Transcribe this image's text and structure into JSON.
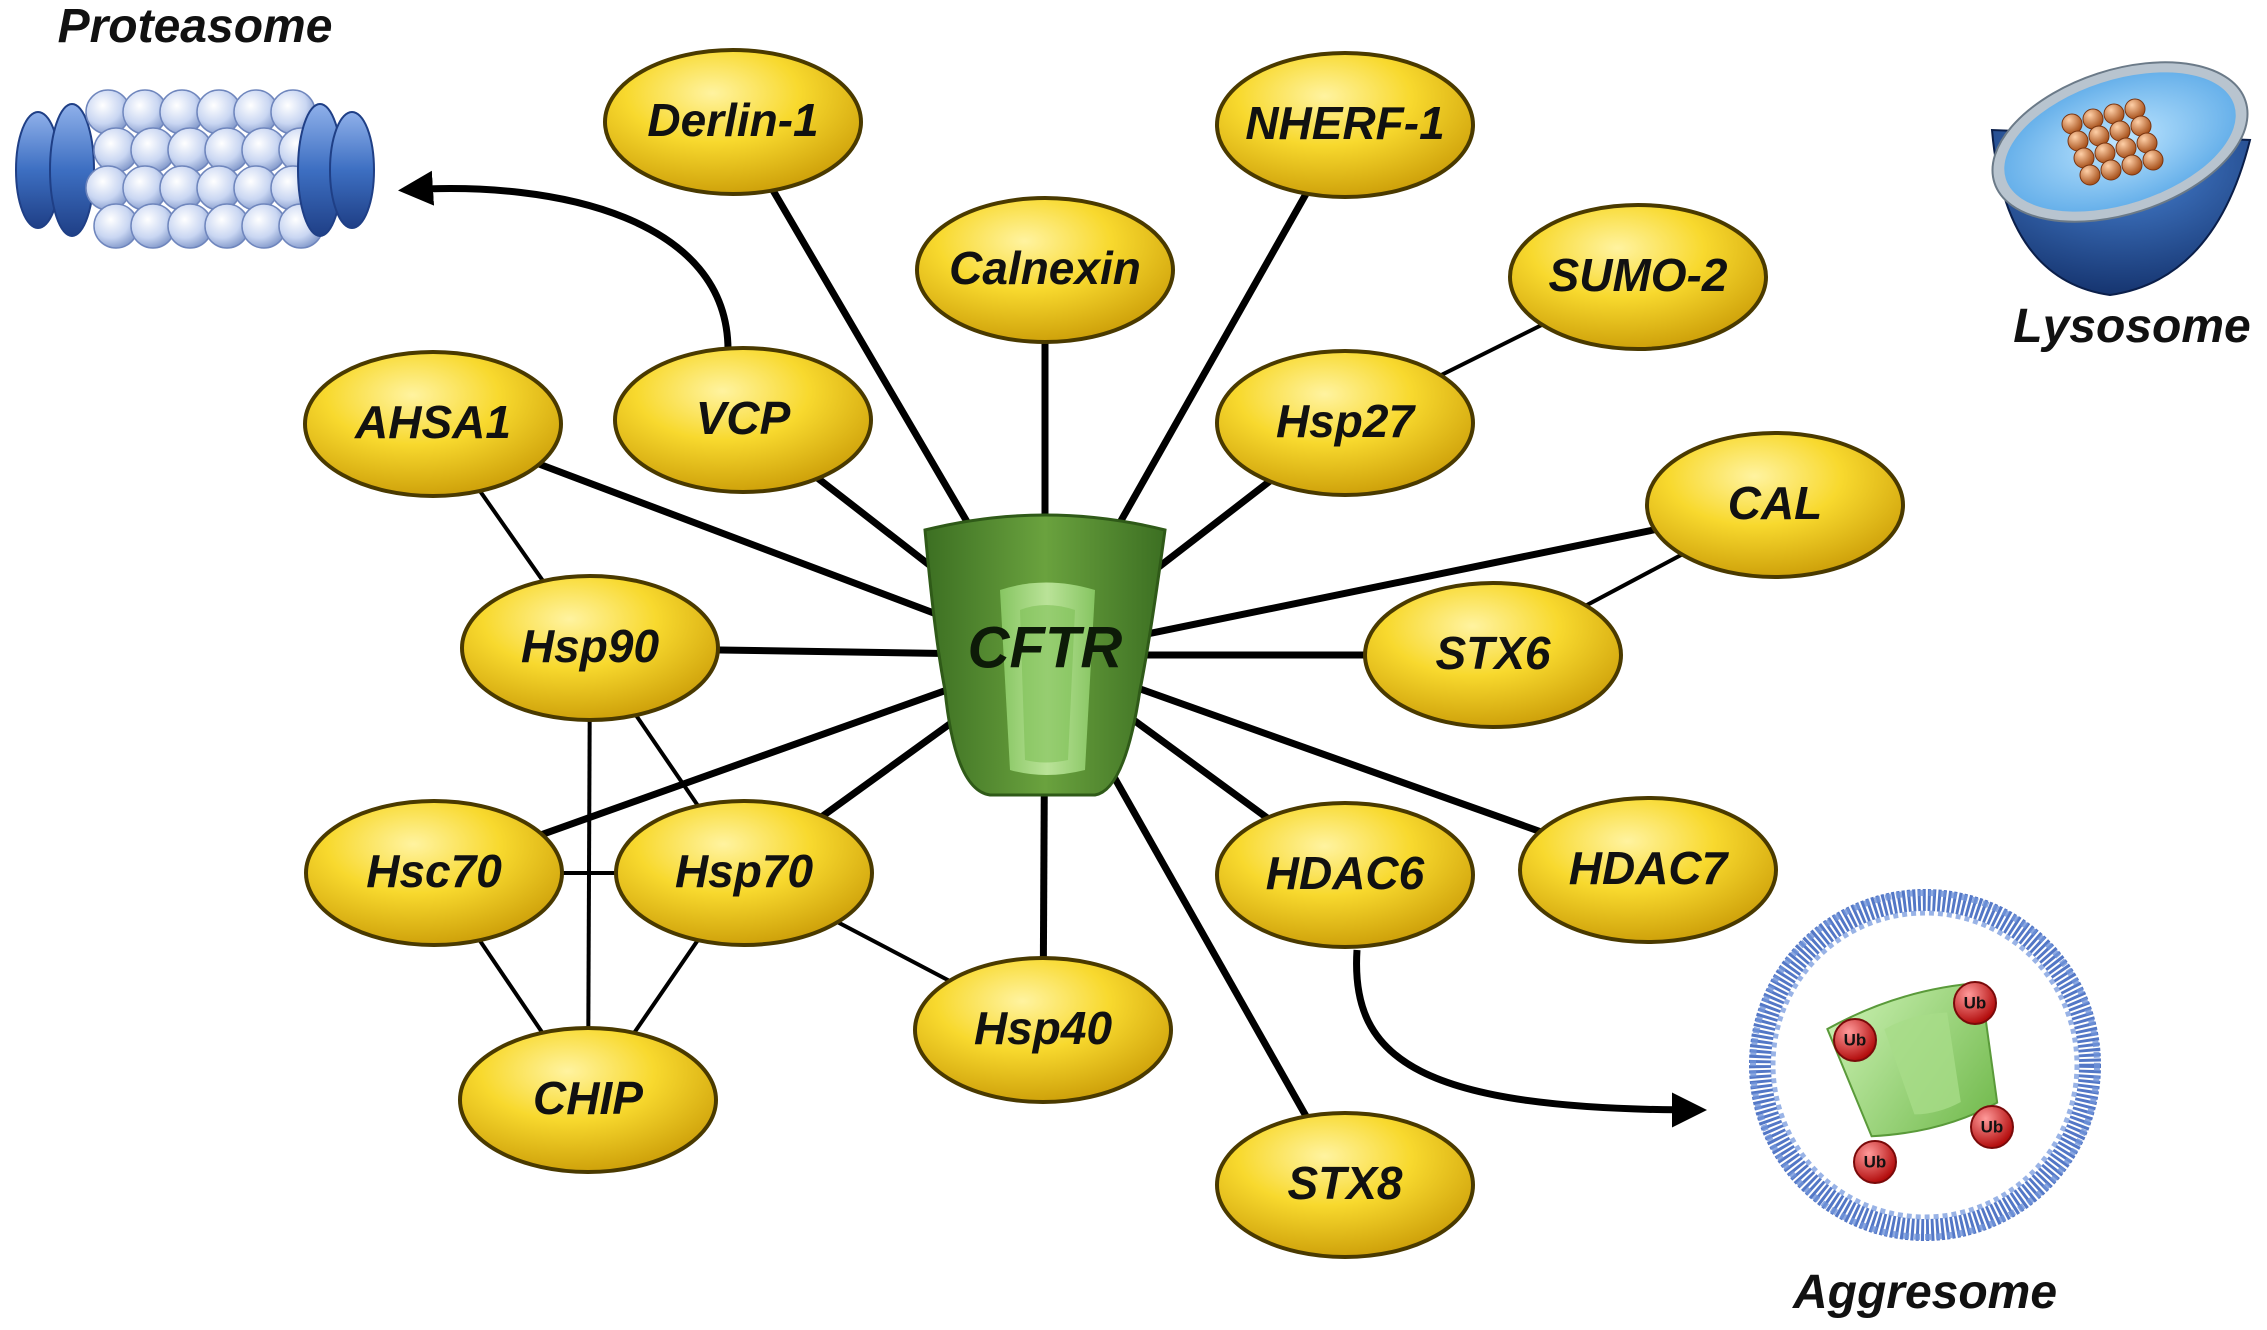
{
  "center": {
    "label": "CFTR"
  },
  "proteins": [
    {
      "id": "derlin",
      "label": "Derlin-1"
    },
    {
      "id": "nherf",
      "label": "NHERF-1"
    },
    {
      "id": "calnexin",
      "label": "Calnexin"
    },
    {
      "id": "sumo",
      "label": "SUMO-2"
    },
    {
      "id": "ahsa1",
      "label": "AHSA1"
    },
    {
      "id": "vcp",
      "label": "VCP"
    },
    {
      "id": "hsp27",
      "label": "Hsp27"
    },
    {
      "id": "cal",
      "label": "CAL"
    },
    {
      "id": "hsp90",
      "label": "Hsp90"
    },
    {
      "id": "stx6",
      "label": "STX6"
    },
    {
      "id": "hsc70",
      "label": "Hsc70"
    },
    {
      "id": "hsp70",
      "label": "Hsp70"
    },
    {
      "id": "hdac6",
      "label": "HDAC6"
    },
    {
      "id": "hdac7",
      "label": "HDAC7"
    },
    {
      "id": "hsp40",
      "label": "Hsp40"
    },
    {
      "id": "chip",
      "label": "CHIP"
    },
    {
      "id": "stx8",
      "label": "STX8"
    }
  ],
  "organelles": {
    "proteasome": "Proteasome",
    "lysosome": "Lysosome",
    "aggresome": "Aggresome"
  },
  "ub_tag": "Ub",
  "edges_to_center": [
    "derlin",
    "nherf",
    "calnexin",
    "ahsa1",
    "vcp",
    "hsp27",
    "cal",
    "hsp90",
    "stx6",
    "hsc70",
    "hsp70",
    "hdac6",
    "hdac7",
    "hsp40",
    "stx8"
  ],
  "edges_between": [
    [
      "hsp27",
      "sumo"
    ],
    [
      "cal",
      "stx6"
    ],
    [
      "ahsa1",
      "hsp90"
    ],
    [
      "hsp90",
      "hsp70"
    ],
    [
      "hsp90",
      "chip"
    ],
    [
      "hsc70",
      "hsp70"
    ],
    [
      "hsc70",
      "chip"
    ],
    [
      "hsp70",
      "chip"
    ],
    [
      "hsp70",
      "hsp40"
    ]
  ],
  "arrows": [
    {
      "from": "vcp",
      "to": "proteasome"
    },
    {
      "from": "hdac6",
      "to": "aggresome"
    }
  ],
  "colors": {
    "node_fill": "#f7cf22",
    "node_stroke": "#4a3a00",
    "cftr_green": "#4f8a2e",
    "proteasome_blue": "#3d6fc2",
    "lysosome_blue": "#1e4a8c",
    "ub_red": "#d02020",
    "aggresome_ring": "#4068c0"
  }
}
